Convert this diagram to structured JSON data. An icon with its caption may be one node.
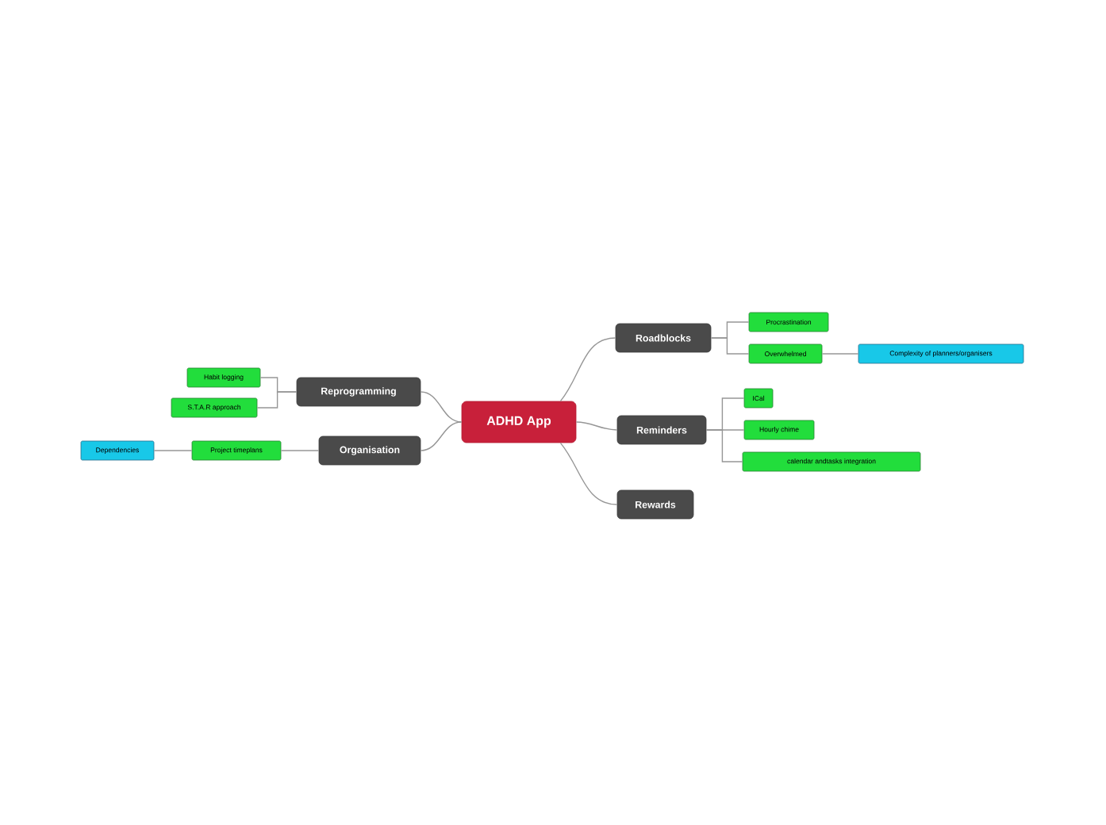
{
  "diagram": {
    "nodes": [
      {
        "text": [
          "ADHD App"
        ]
      },
      {
        "text": [
          "Roadblocks"
        ]
      },
      {
        "text": [
          "Procrastination"
        ]
      },
      {
        "text": [
          "Overwhelmed"
        ]
      },
      {
        "text": [
          "Complexity of planners/organisers"
        ]
      },
      {
        "text": [
          "Reminders"
        ]
      },
      {
        "text": [
          "ICal"
        ]
      },
      {
        "text": [
          "Hourly chime"
        ]
      },
      {
        "text": [
          "calendar andtasks integration"
        ]
      },
      {
        "text": [
          "Rewards"
        ]
      },
      {
        "text": [
          "Reprogramming"
        ]
      },
      {
        "text": [
          "Habit logging"
        ]
      },
      {
        "text": [
          "S.T.A.R approach"
        ]
      },
      {
        "text": [
          "Organisation"
        ]
      },
      {
        "text": [
          "Project timeplans"
        ]
      },
      {
        "text": [
          "Dependencies"
        ]
      }
    ],
    "edges": [
      {
        "from": 0,
        "to": 1,
        "arrow": "none"
      },
      {
        "from": 0,
        "to": 5,
        "arrow": "none"
      },
      {
        "from": 0,
        "to": 9,
        "arrow": "none"
      },
      {
        "from": 0,
        "to": 10,
        "arrow": "none"
      },
      {
        "from": 0,
        "to": 13,
        "arrow": "none"
      },
      {
        "from": 1,
        "to": 2,
        "arrow": "none"
      },
      {
        "from": 1,
        "to": 3,
        "arrow": "none"
      },
      {
        "from": 3,
        "to": 4,
        "arrow": "none"
      },
      {
        "from": 5,
        "to": 6,
        "arrow": "none"
      },
      {
        "from": 5,
        "to": 7,
        "arrow": "none"
      },
      {
        "from": 5,
        "to": 8,
        "arrow": "none"
      },
      {
        "from": 10,
        "to": 11,
        "arrow": "none"
      },
      {
        "from": 10,
        "to": 12,
        "arrow": "none"
      },
      {
        "from": 13,
        "to": 14,
        "arrow": "none"
      },
      {
        "from": 14,
        "to": 15,
        "arrow": "none"
      }
    ]
  }
}
